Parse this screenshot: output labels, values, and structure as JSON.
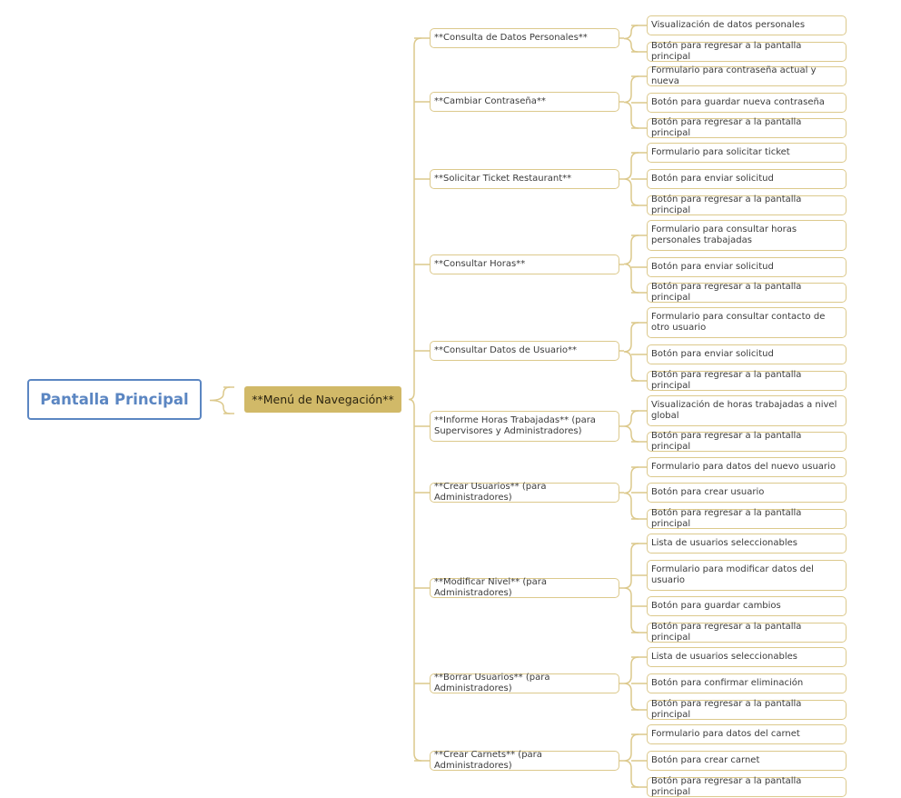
{
  "colors": {
    "root_border": "#5b86c2",
    "hub_fill": "#d1b968",
    "connector": "#dcc98c"
  },
  "root": {
    "label": "Pantalla Principal"
  },
  "hub": {
    "label": "**Menú de Navegación**"
  },
  "branches": [
    {
      "label": "**Consulta de Datos Personales**",
      "children": [
        "Visualización de datos personales",
        "Botón para regresar a la pantalla principal"
      ]
    },
    {
      "label": "**Cambiar Contraseña**",
      "children": [
        "Formulario para contraseña actual y nueva",
        "Botón para guardar nueva contraseña",
        "Botón para regresar a la pantalla principal"
      ]
    },
    {
      "label": "**Solicitar Ticket Restaurant**",
      "children": [
        "Formulario para solicitar ticket",
        "Botón para enviar solicitud",
        "Botón para regresar a la pantalla principal"
      ]
    },
    {
      "label": "**Consultar Horas**",
      "children": [
        "Formulario para consultar horas personales trabajadas",
        "Botón para enviar solicitud",
        "Botón para regresar a la pantalla principal"
      ]
    },
    {
      "label": "**Consultar Datos de Usuario**",
      "children": [
        "Formulario para consultar contacto de otro usuario",
        "Botón para enviar solicitud",
        "Botón para regresar a la pantalla principal"
      ]
    },
    {
      "label": "**Informe Horas Trabajadas** (para Supervisores y Administradores)",
      "children": [
        "Visualización de horas trabajadas a nivel global",
        "Botón para regresar a la pantalla principal"
      ]
    },
    {
      "label": "**Crear Usuarios** (para Administradores)",
      "children": [
        "Formulario para datos del nuevo usuario",
        "Botón para crear usuario",
        "Botón para regresar a la pantalla principal"
      ]
    },
    {
      "label": "**Modificar Nivel** (para Administradores)",
      "children": [
        "Lista de usuarios seleccionables",
        "Formulario para modificar datos del usuario",
        "Botón para guardar cambios",
        "Botón para regresar a la pantalla principal"
      ]
    },
    {
      "label": "**Borrar Usuarios** (para Administradores)",
      "children": [
        "Lista de usuarios seleccionables",
        "Botón para confirmar eliminación",
        "Botón para regresar a la pantalla principal"
      ]
    },
    {
      "label": "**Crear Carnets** (para Administradores)",
      "children": [
        "Formulario para datos del carnet",
        "Botón para crear carnet",
        "Botón para regresar a la pantalla principal"
      ]
    }
  ]
}
